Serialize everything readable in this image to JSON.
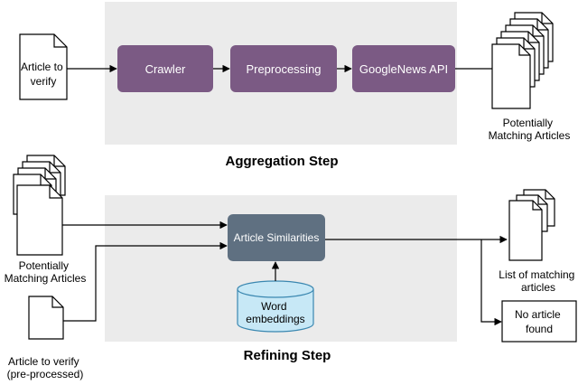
{
  "aggregation": {
    "title": "Aggregation Step",
    "input_doc": [
      "Article to",
      "verify"
    ],
    "steps": [
      "Crawler",
      "Preprocessing",
      "GoogleNews API"
    ],
    "output": [
      "Potentially",
      "Matching Articles"
    ]
  },
  "refining": {
    "title": "Refining Step",
    "input_potential": [
      "Potentially",
      "Matching Articles"
    ],
    "input_article": [
      "Article to verify",
      "(pre-processed)"
    ],
    "similarity_box": "Article Similarities",
    "embeddings": [
      "Word",
      "embeddings"
    ],
    "output_list": [
      "List of matching",
      "articles"
    ],
    "output_none": [
      "No article",
      "found"
    ]
  },
  "colors": {
    "panel": "#ebebeb",
    "purple_box": "#7b5a84",
    "slate_box": "#5f7081",
    "cylinder": "#c7e8f6",
    "cylinder_stroke": "#3a87b0"
  }
}
